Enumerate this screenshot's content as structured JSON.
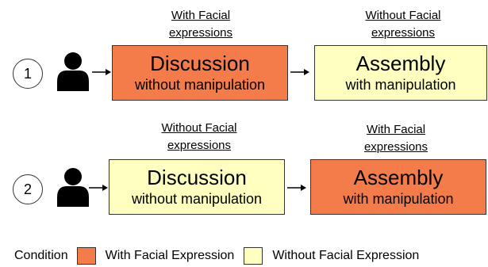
{
  "colors": {
    "with_facial": "#f47c4b",
    "without_facial": "#ffffc0"
  },
  "icons": {
    "participant": "person-icon",
    "flow": "arrow-right-icon"
  },
  "rows": [
    {
      "number": "1",
      "stages": [
        {
          "condition_label_line1": "With Facial",
          "condition_label_line2": "expressions",
          "title": "Discussion",
          "subtitle": "without manipulation",
          "condition": "with_facial"
        },
        {
          "condition_label_line1": "Without Facial",
          "condition_label_line2": "expressions",
          "title": "Assembly",
          "subtitle": "with manipulation",
          "condition": "without_facial"
        }
      ]
    },
    {
      "number": "2",
      "stages": [
        {
          "condition_label_line1": "Without Facial",
          "condition_label_line2": "expressions",
          "title": "Discussion",
          "subtitle": "without manipulation",
          "condition": "without_facial"
        },
        {
          "condition_label_line1": "With Facial",
          "condition_label_line2": "expressions",
          "title": "Assembly",
          "subtitle": "with manipulation",
          "condition": "with_facial"
        }
      ]
    }
  ],
  "legend": {
    "title": "Condition",
    "items": [
      {
        "label": "With Facial Expression",
        "condition": "with_facial"
      },
      {
        "label": "Without Facial Expression",
        "condition": "without_facial"
      }
    ]
  }
}
